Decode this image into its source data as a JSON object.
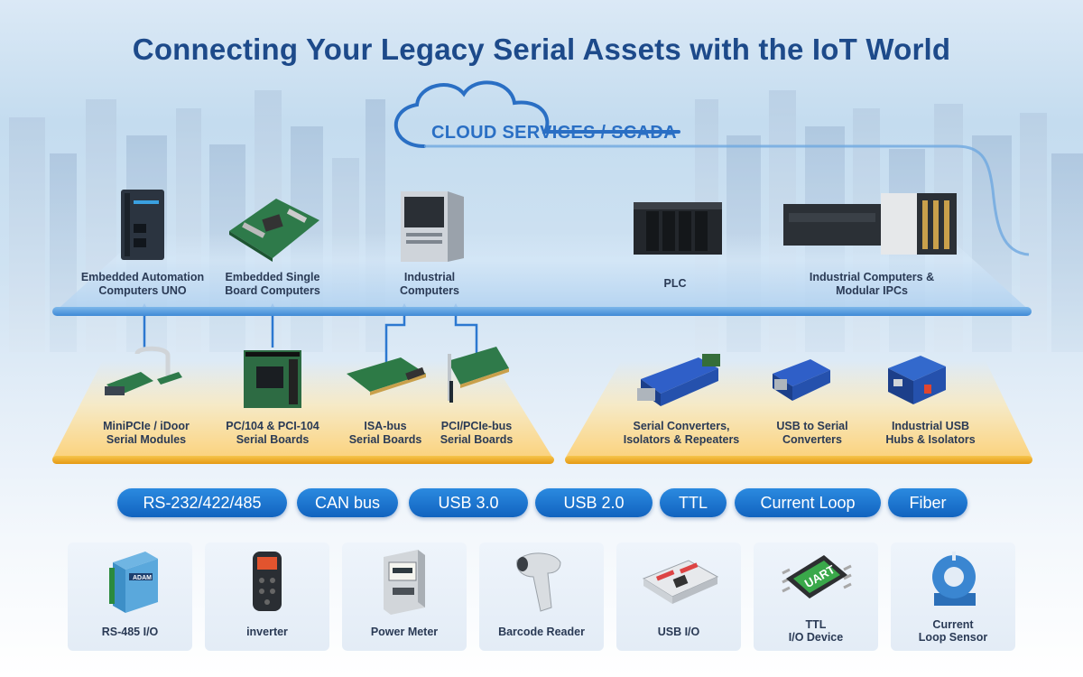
{
  "title": "Connecting Your Legacy Serial Assets with the IoT World",
  "cloud": {
    "label": "CLOUD SERVICES / SCADA"
  },
  "top_devices": [
    {
      "line1": "Embedded Automation",
      "line2": "Computers UNO"
    },
    {
      "line1": "Embedded Single",
      "line2": "Board Computers"
    },
    {
      "line1": "Industrial",
      "line2": "Computers"
    },
    {
      "line1": "PLC",
      "line2": ""
    },
    {
      "line1": "Industrial Computers &",
      "line2": "Modular IPCs"
    }
  ],
  "serial_boards": [
    {
      "line1": "MiniPCIe / iDoor",
      "line2": "Serial Modules"
    },
    {
      "line1": "PC/104 & PCI-104",
      "line2": "Serial Boards"
    },
    {
      "line1": "ISA-bus",
      "line2": "Serial Boards"
    },
    {
      "line1": "PCI/PCIe-bus",
      "line2": "Serial Boards"
    }
  ],
  "converters": [
    {
      "line1": "Serial Converters,",
      "line2": "Isolators & Repeaters"
    },
    {
      "line1": "USB to Serial",
      "line2": "Converters"
    },
    {
      "line1": "Industrial USB",
      "line2": "Hubs & Isolators"
    }
  ],
  "interfaces": [
    "RS-232/422/485",
    "CAN bus",
    "USB 3.0",
    "USB 2.0",
    "TTL",
    "Current Loop",
    "Fiber"
  ],
  "field_devices": [
    {
      "line1": "RS-485 I/O",
      "line2": "",
      "icon": "rs485-io-module-icon"
    },
    {
      "line1": "inverter",
      "line2": "",
      "icon": "inverter-icon"
    },
    {
      "line1": "Power Meter",
      "line2": "",
      "icon": "power-meter-icon"
    },
    {
      "line1": "Barcode Reader",
      "line2": "",
      "icon": "barcode-reader-icon"
    },
    {
      "line1": "USB I/O",
      "line2": "",
      "icon": "usb-io-board-icon"
    },
    {
      "line1": "TTL",
      "line2": "I/O Device",
      "icon": "uart-chip-icon"
    },
    {
      "line1": "Current",
      "line2": "Loop Sensor",
      "icon": "current-sensor-icon"
    }
  ],
  "icon_labels": {
    "uart": "UART",
    "adam": "ADAM"
  },
  "colors": {
    "title": "#1d4a8a",
    "cloud": "#2a6fc4",
    "pill": "#1b73d1",
    "blue_platform": "#3f8ad6",
    "yellow_platform": "#f2b233"
  }
}
